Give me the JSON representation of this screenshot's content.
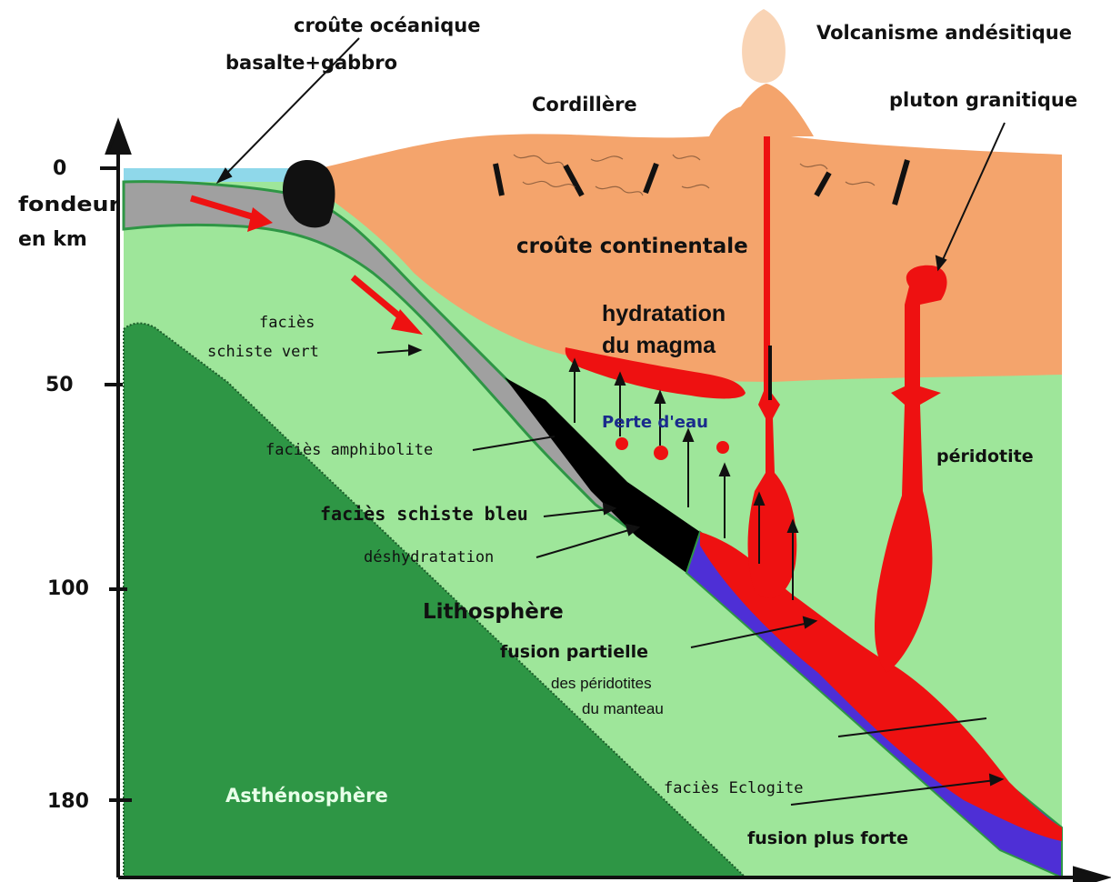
{
  "diagram": {
    "axis": {
      "title_line1": "fondeur",
      "title_line2": "en km",
      "ticks": [
        "0",
        "50",
        "100",
        "180"
      ]
    },
    "labels": {
      "oceanic_crust": "croûte océanique",
      "basalt_gabbro": "basalte+gabbro",
      "andesitic_volcanism": "Volcanisme andésitique",
      "cordillera": "Cordillère",
      "granitic_pluton": "pluton granitique",
      "continental_crust": "croûte continentale",
      "magma_hydration_1": "hydratation",
      "magma_hydration_2": "du magma",
      "greenschist_1": "faciès",
      "greenschist_2": "schiste vert",
      "water_loss": "Perte d'eau",
      "amphibolite": "faciès amphibolite",
      "peridotite": "péridotite",
      "blueschist": "faciès schiste bleu",
      "dehydration": "déshydratation",
      "lithosphere": "Lithosphère",
      "partial_melting": "fusion partielle",
      "peridotites_1": "des péridotites",
      "peridotites_2": "du manteau",
      "asthenosphere": "Asthénosphère",
      "eclogite": "faciès Eclogite",
      "stronger_melting": "fusion plus forte"
    },
    "colors": {
      "continental_crust": "#f4a46c",
      "lithosphere": "#9ee69a",
      "asthenosphere": "#2e9645",
      "oceanic_crust": "#a0a0a0",
      "eclogite_slab": "#4e2fd6",
      "blueschist_slab": "#000000",
      "magma": "#ee1111",
      "ocean": "#8fd8ea"
    }
  }
}
